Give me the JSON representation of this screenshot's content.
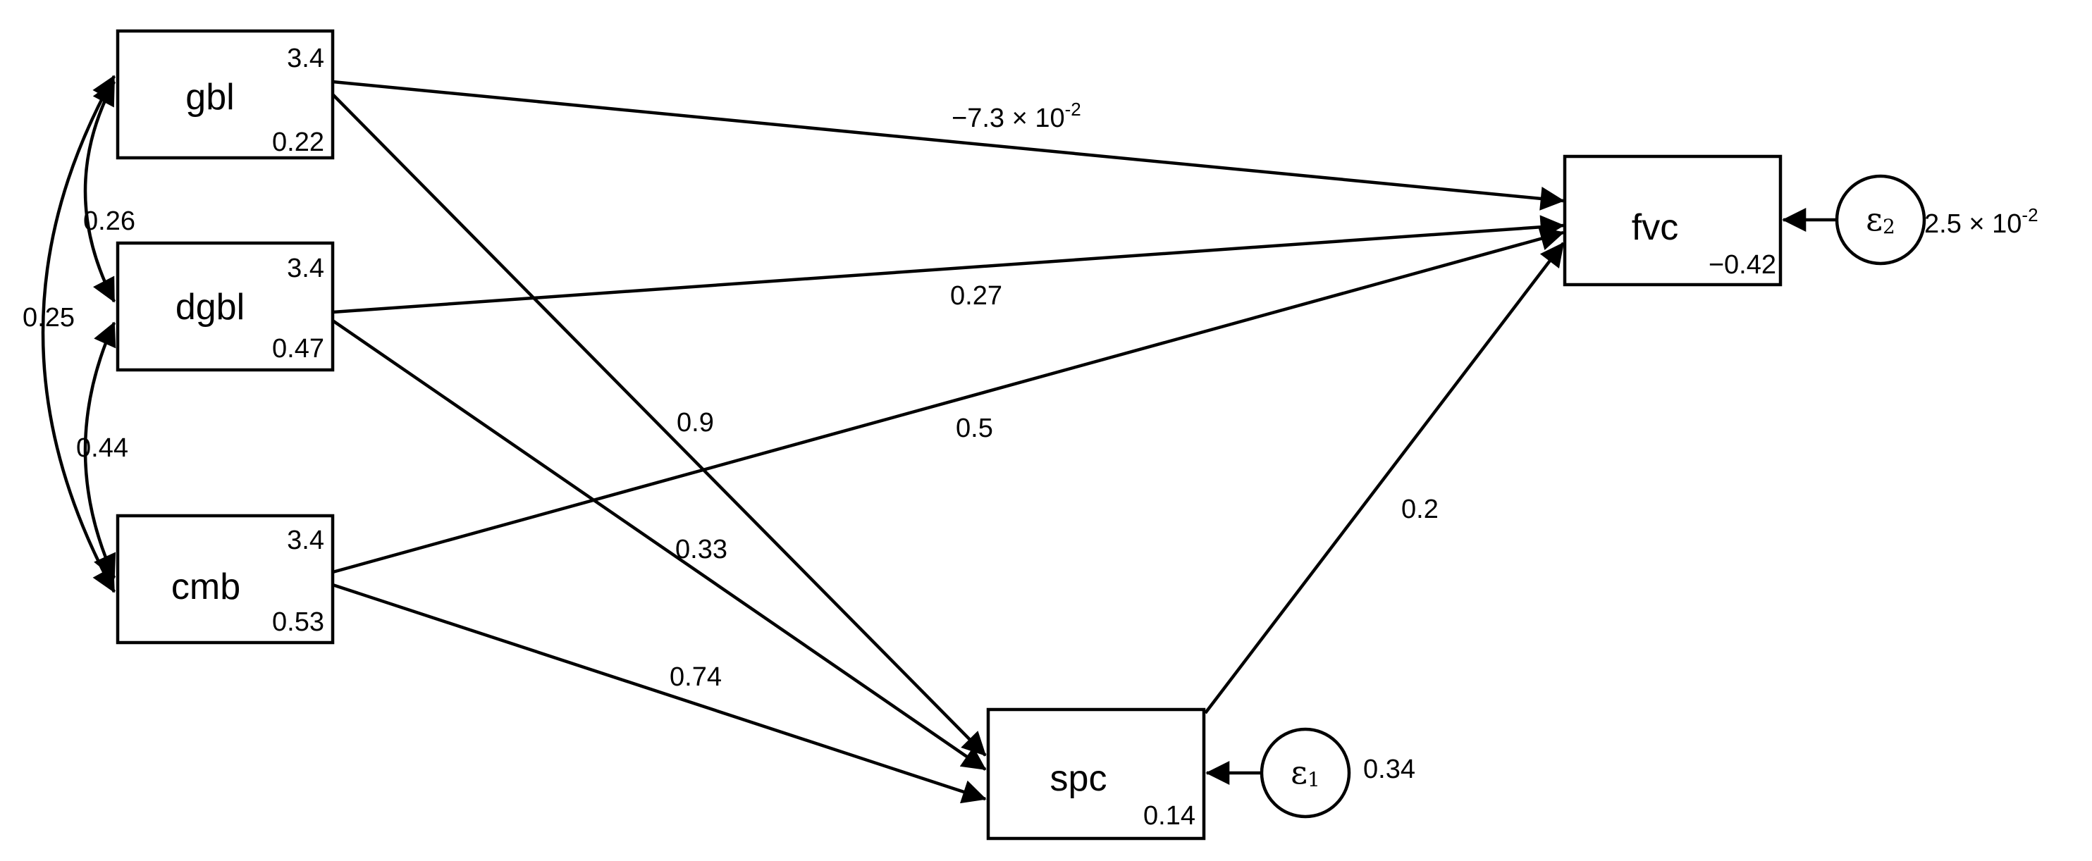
{
  "nodes": {
    "gbl": {
      "name": "gbl",
      "top": "3.4",
      "bottom": "0.22"
    },
    "dgbl": {
      "name": "dgbl",
      "top": "3.4",
      "bottom": "0.47"
    },
    "cmb": {
      "name": "cmb",
      "top": "3.4",
      "bottom": "0.53"
    },
    "spc": {
      "name": "spc",
      "bottom": "0.14"
    },
    "fvc": {
      "name": "fvc",
      "bottom": "−0.42"
    }
  },
  "errors": {
    "e1": {
      "symbol": "ε",
      "index": "1",
      "variance": "0.34"
    },
    "e2": {
      "symbol": "ε",
      "index": "2",
      "variance_base": "2.5 × 10",
      "variance_exp": "-2"
    }
  },
  "paths": {
    "gbl_fvc": {
      "base": "−7.3 × 10",
      "exp": "-2"
    },
    "dgbl_fvc": "0.27",
    "cmb_fvc": "0.5",
    "gbl_spc": "0.9",
    "dgbl_spc": "0.33",
    "cmb_spc": "0.74",
    "spc_fvc": "0.2"
  },
  "covariances": {
    "gbl_dgbl": "0.26",
    "gbl_cmb": "0.25",
    "dgbl_cmb": "0.44"
  }
}
